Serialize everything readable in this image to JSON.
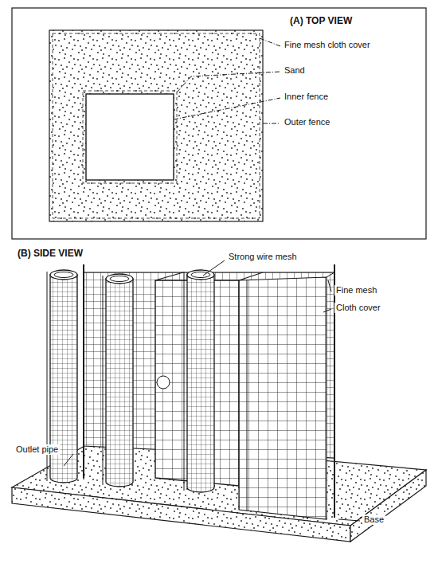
{
  "diagram": {
    "labels": [
      "(A) TOP VIEW",
      "Fine mesh cloth cover",
      "Sand",
      "Inner fence",
      "Outer fence",
      "(B) SIDE VIEW",
      "Strong wire mesh",
      "Fine mesh",
      "Cloth cover",
      "Outlet pipe",
      "Base"
    ]
  }
}
